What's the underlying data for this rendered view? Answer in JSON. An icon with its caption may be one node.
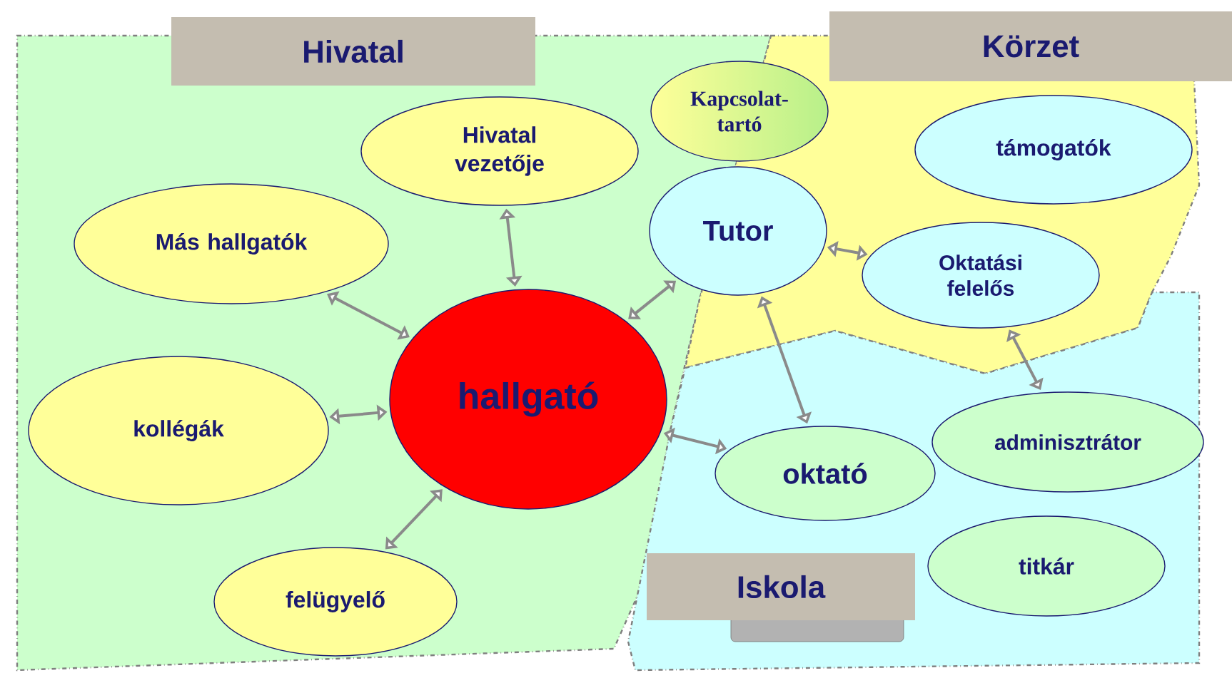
{
  "diagram": {
    "nodes": [
      {
        "text": [
          "Hivatal"
        ]
      },
      {
        "text": [
          "Hivatal vezetője"
        ],
        "in": 0
      },
      {
        "text": [
          "Más hallgatók"
        ],
        "in": 0
      },
      {
        "text": [
          "hallgató"
        ],
        "in": 0
      },
      {
        "text": [
          "kollégák"
        ],
        "in": 0
      },
      {
        "text": [
          "felügyelő"
        ],
        "in": 0
      },
      {
        "text": [
          "Körzet"
        ]
      },
      {
        "text": [
          "Kapcsolat-tartó"
        ]
      },
      {
        "text": [
          "támogatók"
        ],
        "in": 6
      },
      {
        "text": [
          "Tutor"
        ]
      },
      {
        "text": [
          "Oktatási felelős"
        ],
        "in": 6
      },
      {
        "text": [
          "Iskola"
        ]
      },
      {
        "text": [
          "oktató"
        ],
        "in": 11
      },
      {
        "text": [
          "adminisztrátor"
        ],
        "in": 11
      },
      {
        "text": [
          "titkár"
        ],
        "in": 11
      }
    ],
    "edges": [
      {
        "from": 3,
        "to": 1,
        "arrow": "both"
      },
      {
        "from": 3,
        "to": 2,
        "arrow": "both"
      },
      {
        "from": 3,
        "to": 4,
        "arrow": "both"
      },
      {
        "from": 3,
        "to": 5,
        "arrow": "both"
      },
      {
        "from": 3,
        "to": 9,
        "arrow": "both"
      },
      {
        "from": 3,
        "to": 12,
        "arrow": "both"
      },
      {
        "from": 9,
        "to": 10,
        "arrow": "both"
      },
      {
        "from": 9,
        "to": 12,
        "arrow": "both"
      },
      {
        "from": 10,
        "to": 13,
        "arrow": "both"
      }
    ]
  }
}
